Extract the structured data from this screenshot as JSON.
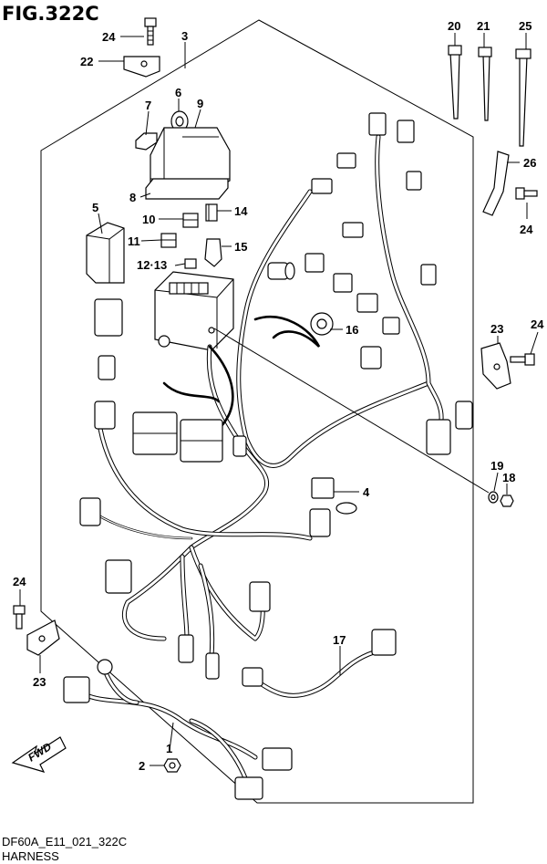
{
  "figure_title": "FIG.322C",
  "diagram_code": "DF60A_E11_021_322C",
  "section_name": "HARNESS",
  "fwd_label": "FWD",
  "callouts": {
    "c1": "1",
    "c2": "2",
    "c3": "3",
    "c4": "4",
    "c5": "5",
    "c6": "6",
    "c7": "7",
    "c8": "8",
    "c9": "9",
    "c10": "10",
    "c11": "11",
    "c12_13": "12·13",
    "c14": "14",
    "c15": "15",
    "c16": "16",
    "c17": "17",
    "c18": "18",
    "c19": "19",
    "c20": "20",
    "c21": "21",
    "c22": "22",
    "c23a": "23",
    "c23b": "23",
    "c24a": "24",
    "c24b": "24",
    "c24c": "24",
    "c24d": "24",
    "c25": "25",
    "c26": "26"
  }
}
